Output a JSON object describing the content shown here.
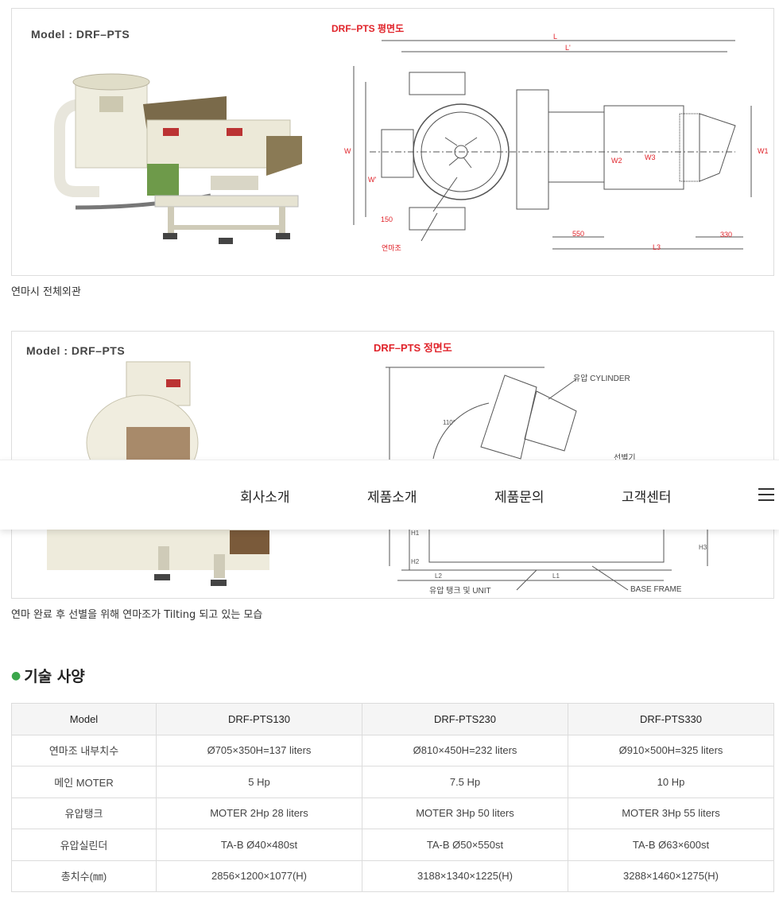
{
  "figure1": {
    "model_label": "Model : DRF–PTS",
    "drawing_title": "DRF–PTS 평면도",
    "labels": {
      "L": "L",
      "L_prime": "L'",
      "W": "W",
      "W_prime": "W'",
      "W1": "W1",
      "W2": "W2",
      "W3": "W3",
      "dim150": "150",
      "dim550": "550",
      "dim330": "330",
      "L3": "L3",
      "tank": "연마조"
    }
  },
  "caption1": "연마시 전체외관",
  "figure2": {
    "model_label": "Model : DRF–PTS",
    "drawing_title": "DRF–PTS 정면도",
    "labels": {
      "cylinder": "유압 CYLINDER",
      "separator": "선별기",
      "angle": "110°",
      "unit": "유압 탱크 및 UNIT",
      "base": "BASE FRAME",
      "L1": "L1",
      "L2": "L2",
      "H1": "H1",
      "H2": "H2",
      "H3": "H3"
    }
  },
  "caption2": "연마 완료 후 선별을 위해 연마조가 Tilting 되고 있는 모습",
  "nav": {
    "items": [
      "회사소개",
      "제품소개",
      "제품문의",
      "고객센터"
    ]
  },
  "spec": {
    "title": "기술 사양",
    "headers": [
      "Model",
      "DRF-PTS130",
      "DRF-PTS230",
      "DRF-PTS330"
    ],
    "rows": [
      [
        "연마조 내부치수",
        "Ø705×350H=137 liters",
        "Ø810×450H=232 liters",
        "Ø910×500H=325 liters"
      ],
      [
        "메인 MOTER",
        "5 Hp",
        "7.5 Hp",
        "10 Hp"
      ],
      [
        "유압탱크",
        "MOTER 2Hp 28 liters",
        "MOTER 3Hp 50 liters",
        "MOTER 3Hp 55 liters"
      ],
      [
        "유압실린더",
        "TA-B Ø40×480st",
        "TA-B Ø50×550st",
        "TA-B Ø63×600st"
      ],
      [
        "총치수(㎜)",
        "2856×1200×1077(H)",
        "3188×1340×1225(H)",
        "3288×1460×1275(H)"
      ]
    ]
  }
}
